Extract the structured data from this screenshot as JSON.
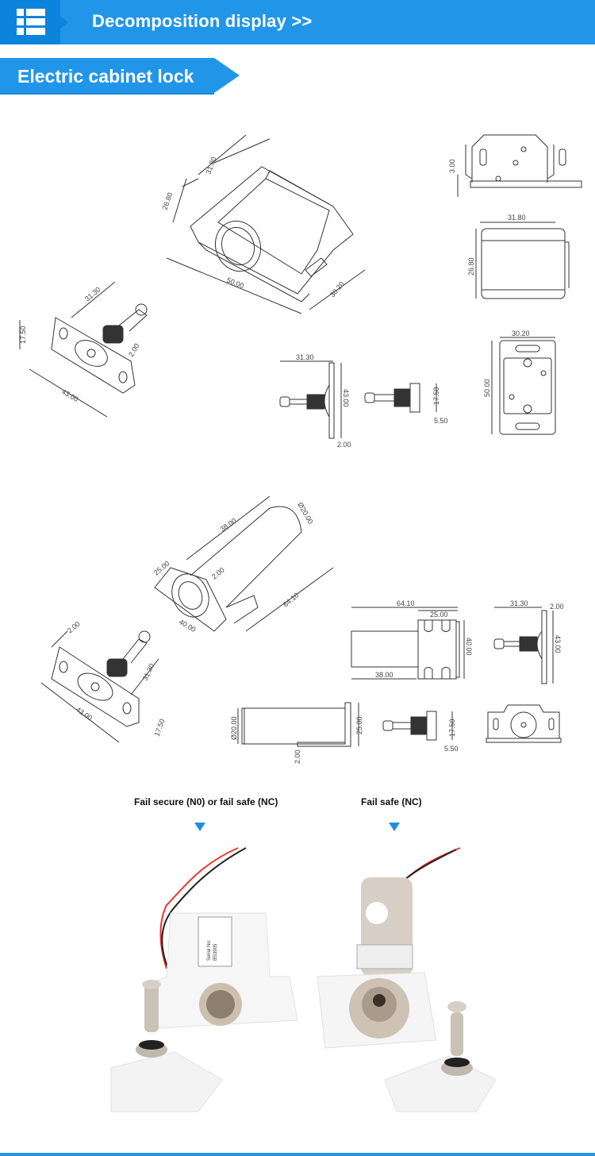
{
  "header": {
    "icon": "list-grid-icon",
    "title": "Decomposition display >>",
    "color": "#2196e8"
  },
  "section": {
    "title": "Electric cabinet lock"
  },
  "drawings": {
    "set1": {
      "iso_body": {
        "d1": "31.80",
        "d2": "26.80",
        "d3": "50.00",
        "d4": "30.20"
      },
      "front_view": {
        "d1": "3.00"
      },
      "side_view": {
        "width": "31.80",
        "height": "26.80"
      },
      "strike_iso": {
        "d1": "31.30",
        "d2": "17.50",
        "d3": "2.00",
        "d4": "43.00"
      },
      "strike_side": {
        "d1": "31.30",
        "d2": "43.00",
        "d3": "2.00"
      },
      "strike_side2": {
        "d1": "17.50",
        "d2": "5.50"
      },
      "top_view": {
        "width": "30.20",
        "height": "50.00"
      }
    },
    "set2": {
      "iso_body": {
        "d1": "38.00",
        "d2": "Ø20.00",
        "d3": "25.00",
        "d4": "2.00",
        "d5": "64.10",
        "d6": "40.00"
      },
      "strike_iso": {
        "d1": "2.00",
        "d2": "31.30",
        "d3": "43.00",
        "d4": "17.50"
      },
      "side_view": {
        "d1": "64.10",
        "d2": "25.00",
        "d3": "40.00",
        "d4": "38.00"
      },
      "strike_side": {
        "d1": "31.30",
        "d2": "2.00",
        "d3": "43.00"
      },
      "bottom_view": {
        "d1": "Ø20.00",
        "d2": "25.00",
        "d3": "2.00"
      },
      "strike_side2": {
        "d1": "17.50",
        "d2": "5.50"
      }
    }
  },
  "photos": {
    "left_caption": "Fail secure (N0) or fail safe (NC)",
    "right_caption": "Fail safe (NC)",
    "left_label": {
      "line1": "Serial No:",
      "line2": "BS3905"
    },
    "arrow_color": "#1f8fe6"
  }
}
